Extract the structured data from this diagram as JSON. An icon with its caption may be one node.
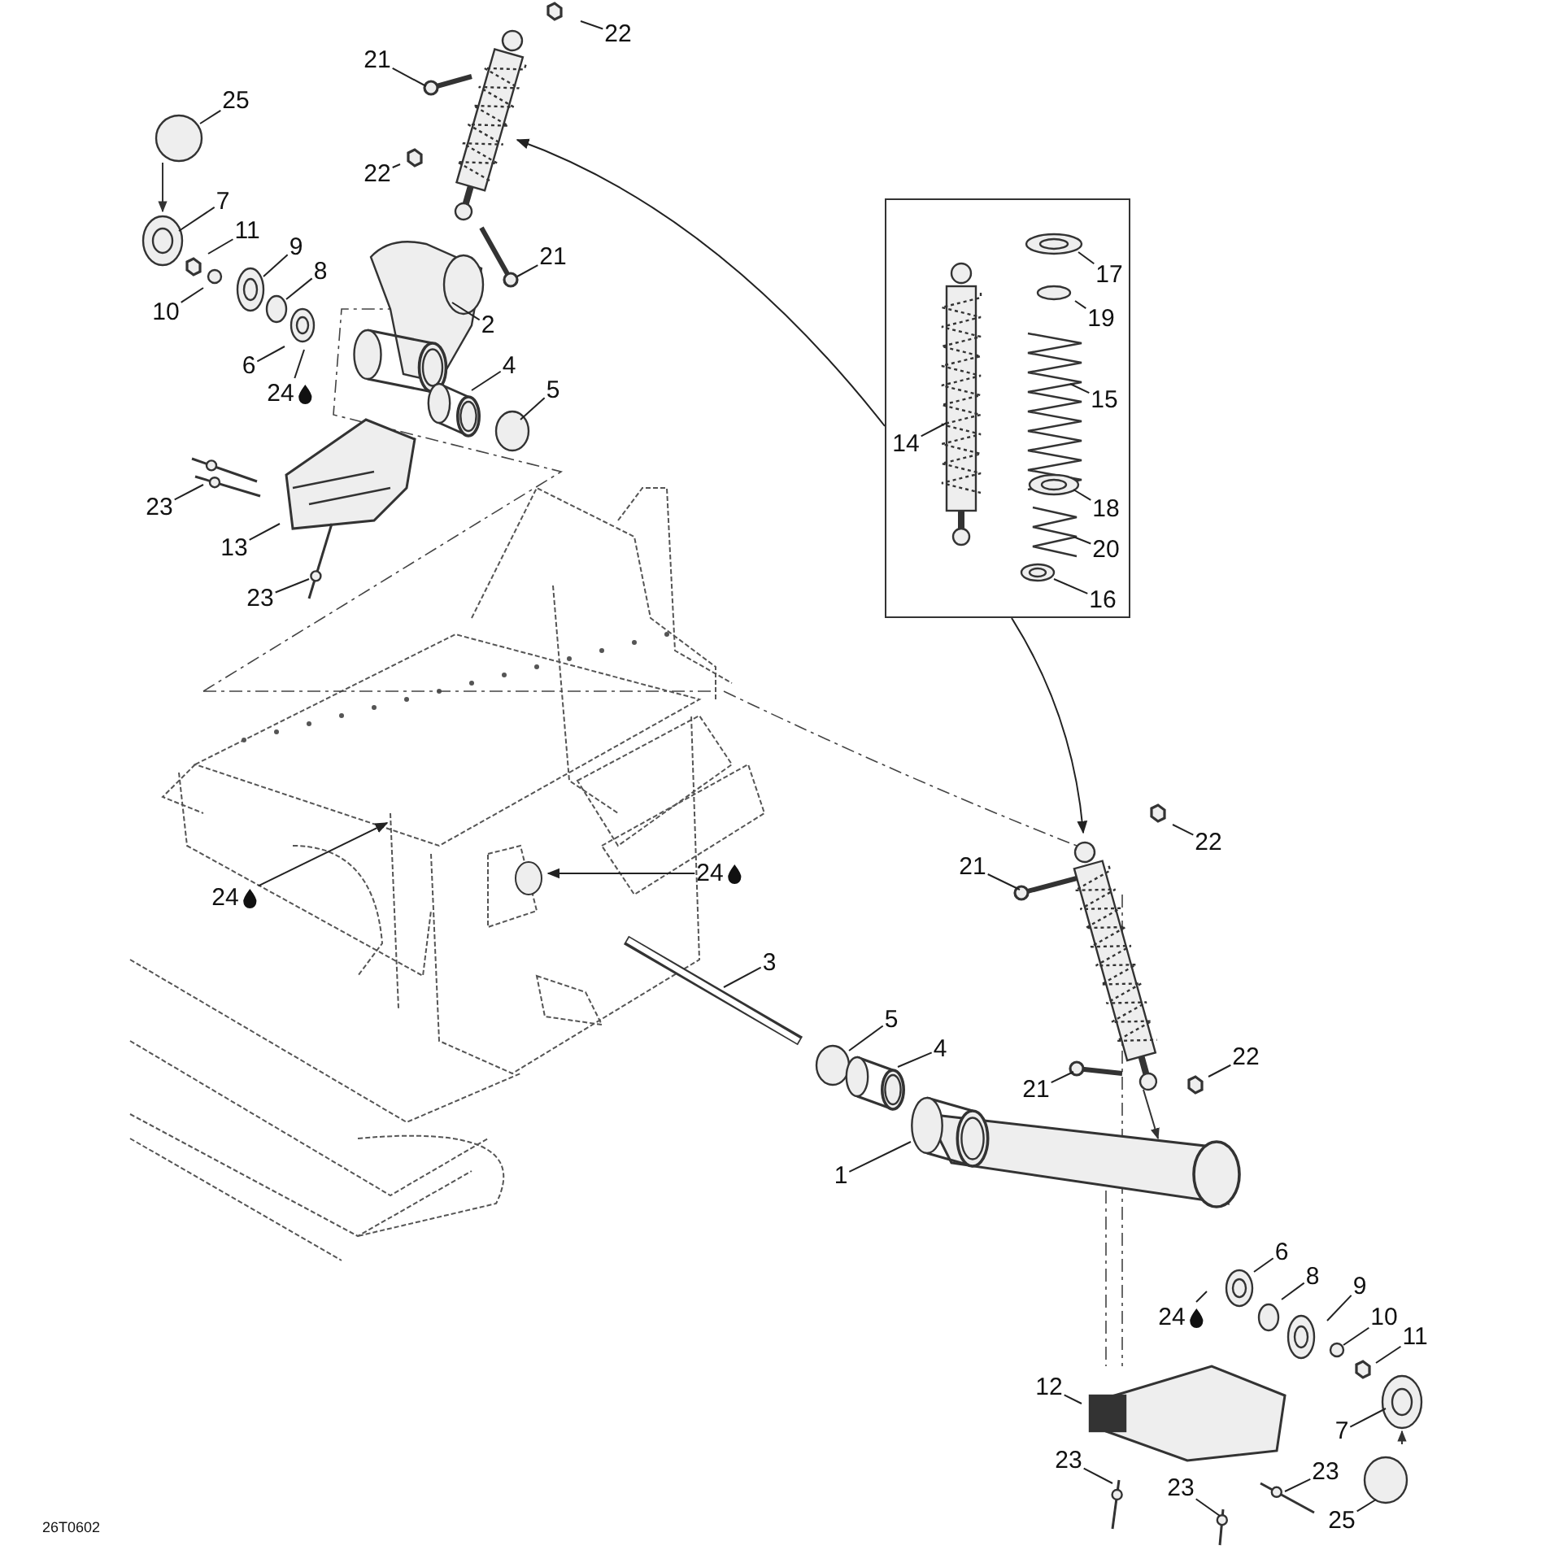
{
  "diagram": {
    "nodes": [
      {
        "text": [
          "22"
        ]
      },
      {
        "text": [
          "21"
        ]
      },
      {
        "text": [
          "25"
        ]
      },
      {
        "text": [
          "22"
        ]
      },
      {
        "text": [
          "7"
        ]
      },
      {
        "text": [
          "11"
        ]
      },
      {
        "text": [
          "9"
        ]
      },
      {
        "text": [
          "21"
        ]
      },
      {
        "text": [
          "8"
        ]
      },
      {
        "text": [
          "10"
        ]
      },
      {
        "text": [
          "2"
        ]
      },
      {
        "text": [
          "6"
        ]
      },
      {
        "text": [
          "4"
        ]
      },
      {
        "text": [
          "5"
        ]
      },
      {
        "text": [
          "24"
        ]
      },
      {
        "text": [
          "23"
        ]
      },
      {
        "text": [
          "13"
        ]
      },
      {
        "text": [
          "23"
        ]
      },
      {
        "text": [],
        "shape": "box"
      },
      {
        "text": [
          "17"
        ],
        "in": 18
      },
      {
        "text": [
          "19"
        ],
        "in": 18
      },
      {
        "text": [
          "15"
        ],
        "in": 18
      },
      {
        "text": [
          "14"
        ],
        "in": 18
      },
      {
        "text": [
          "18"
        ],
        "in": 18
      },
      {
        "text": [
          "20"
        ],
        "in": 18
      },
      {
        "text": [
          "16"
        ],
        "in": 18
      },
      {
        "text": [
          "24"
        ]
      },
      {
        "text": [
          "24"
        ]
      },
      {
        "text": [
          "3"
        ]
      },
      {
        "text": [
          "22"
        ]
      },
      {
        "text": [
          "21"
        ]
      },
      {
        "text": [
          "5"
        ]
      },
      {
        "text": [
          "4"
        ]
      },
      {
        "text": [
          "22"
        ]
      },
      {
        "text": [
          "21"
        ]
      },
      {
        "text": [
          "1"
        ]
      },
      {
        "text": [
          "6"
        ]
      },
      {
        "text": [
          "8"
        ]
      },
      {
        "text": [
          "9"
        ]
      },
      {
        "text": [
          "24"
        ]
      },
      {
        "text": [
          "10"
        ]
      },
      {
        "text": [
          "11"
        ]
      },
      {
        "text": [
          "12"
        ]
      },
      {
        "text": [
          "7"
        ]
      },
      {
        "text": [
          "23"
        ]
      },
      {
        "text": [
          "23"
        ]
      },
      {
        "text": [
          "23"
        ]
      },
      {
        "text": [
          "25"
        ]
      }
    ],
    "edges": [
      {
        "from": 0,
        "to": null,
        "arrow": "none"
      },
      {
        "from": 1,
        "to": null,
        "arrow": "none"
      },
      {
        "from": 2,
        "to": null,
        "arrow": "none"
      },
      {
        "from": 3,
        "to": null,
        "arrow": "none"
      },
      {
        "from": 4,
        "to": null,
        "arrow": "none"
      },
      {
        "from": 5,
        "to": null,
        "arrow": "none"
      },
      {
        "from": 6,
        "to": null,
        "arrow": "none"
      },
      {
        "from": 7,
        "to": null,
        "arrow": "none"
      },
      {
        "from": 8,
        "to": null,
        "arrow": "none"
      },
      {
        "from": 9,
        "to": null,
        "arrow": "none"
      },
      {
        "from": 10,
        "to": null,
        "arrow": "none"
      },
      {
        "from": 11,
        "to": null,
        "arrow": "none"
      },
      {
        "from": 12,
        "to": null,
        "arrow": "none"
      },
      {
        "from": 13,
        "to": null,
        "arrow": "none"
      },
      {
        "from": 14,
        "to": null,
        "arrow": "none"
      },
      {
        "from": 15,
        "to": null,
        "arrow": "none"
      },
      {
        "from": 16,
        "to": null,
        "arrow": "none"
      },
      {
        "from": 17,
        "to": null,
        "arrow": "none"
      },
      {
        "from": 19,
        "to": null,
        "arrow": "none"
      },
      {
        "from": 20,
        "to": null,
        "arrow": "none"
      },
      {
        "from": 21,
        "to": null,
        "arrow": "none"
      },
      {
        "from": 22,
        "to": null,
        "arrow": "none"
      },
      {
        "from": 23,
        "to": null,
        "arrow": "none"
      },
      {
        "from": 24,
        "to": null,
        "arrow": "none"
      },
      {
        "from": 25,
        "to": null,
        "arrow": "none"
      },
      {
        "from": 26,
        "to": null,
        "arrow": "to"
      },
      {
        "from": 27,
        "to": null,
        "arrow": "to"
      },
      {
        "from": 28,
        "to": null,
        "arrow": "none"
      },
      {
        "from": 29,
        "to": null,
        "arrow": "none"
      },
      {
        "from": 30,
        "to": null,
        "arrow": "none"
      },
      {
        "from": 31,
        "to": null,
        "arrow": "none"
      },
      {
        "from": 32,
        "to": null,
        "arrow": "none"
      },
      {
        "from": 33,
        "to": null,
        "arrow": "none"
      },
      {
        "from": 34,
        "to": null,
        "arrow": "none"
      },
      {
        "from": 35,
        "to": null,
        "arrow": "none"
      },
      {
        "from": 36,
        "to": null,
        "arrow": "none"
      },
      {
        "from": 37,
        "to": null,
        "arrow": "none"
      },
      {
        "from": 38,
        "to": null,
        "arrow": "none"
      },
      {
        "from": 39,
        "to": null,
        "arrow": "none"
      },
      {
        "from": 40,
        "to": null,
        "arrow": "none"
      },
      {
        "from": 41,
        "to": null,
        "arrow": "none"
      },
      {
        "from": 42,
        "to": null,
        "arrow": "none"
      },
      {
        "from": 43,
        "to": null,
        "arrow": "none"
      },
      {
        "from": 44,
        "to": null,
        "arrow": "none"
      },
      {
        "from": 45,
        "to": null,
        "arrow": "none"
      },
      {
        "from": 46,
        "to": null,
        "arrow": "none"
      },
      {
        "from": 47,
        "to": null,
        "arrow": "none"
      },
      {
        "from": 18,
        "to": null,
        "arrow": "to"
      },
      {
        "from": 18,
        "to": null,
        "arrow": "to"
      }
    ],
    "labels": [
      "26T0602"
    ]
  }
}
